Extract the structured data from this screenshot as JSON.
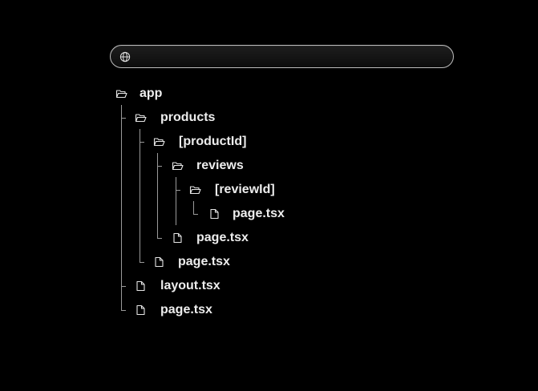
{
  "address_bar": {
    "icon": "globe-icon",
    "url": ""
  },
  "tree": {
    "items": [
      {
        "label": "app",
        "type": "folder",
        "icon": "folder-open-icon"
      },
      {
        "label": "products",
        "type": "folder",
        "icon": "folder-open-icon"
      },
      {
        "label": "[productId]",
        "type": "folder",
        "icon": "folder-open-icon"
      },
      {
        "label": "reviews",
        "type": "folder",
        "icon": "folder-open-icon"
      },
      {
        "label": "[reviewId]",
        "type": "folder",
        "icon": "folder-open-icon"
      },
      {
        "label": "page.tsx",
        "type": "file",
        "icon": "file-icon"
      },
      {
        "label": "page.tsx",
        "type": "file",
        "icon": "file-icon"
      },
      {
        "label": "page.tsx",
        "type": "file",
        "icon": "file-icon"
      },
      {
        "label": "layout.tsx",
        "type": "file",
        "icon": "file-icon"
      },
      {
        "label": "page.tsx",
        "type": "file",
        "icon": "file-icon"
      }
    ]
  },
  "colors": {
    "background": "#000000",
    "text": "#ededed",
    "guide_lines": "#9a9a9a",
    "address_border": "#bdbdbd"
  }
}
